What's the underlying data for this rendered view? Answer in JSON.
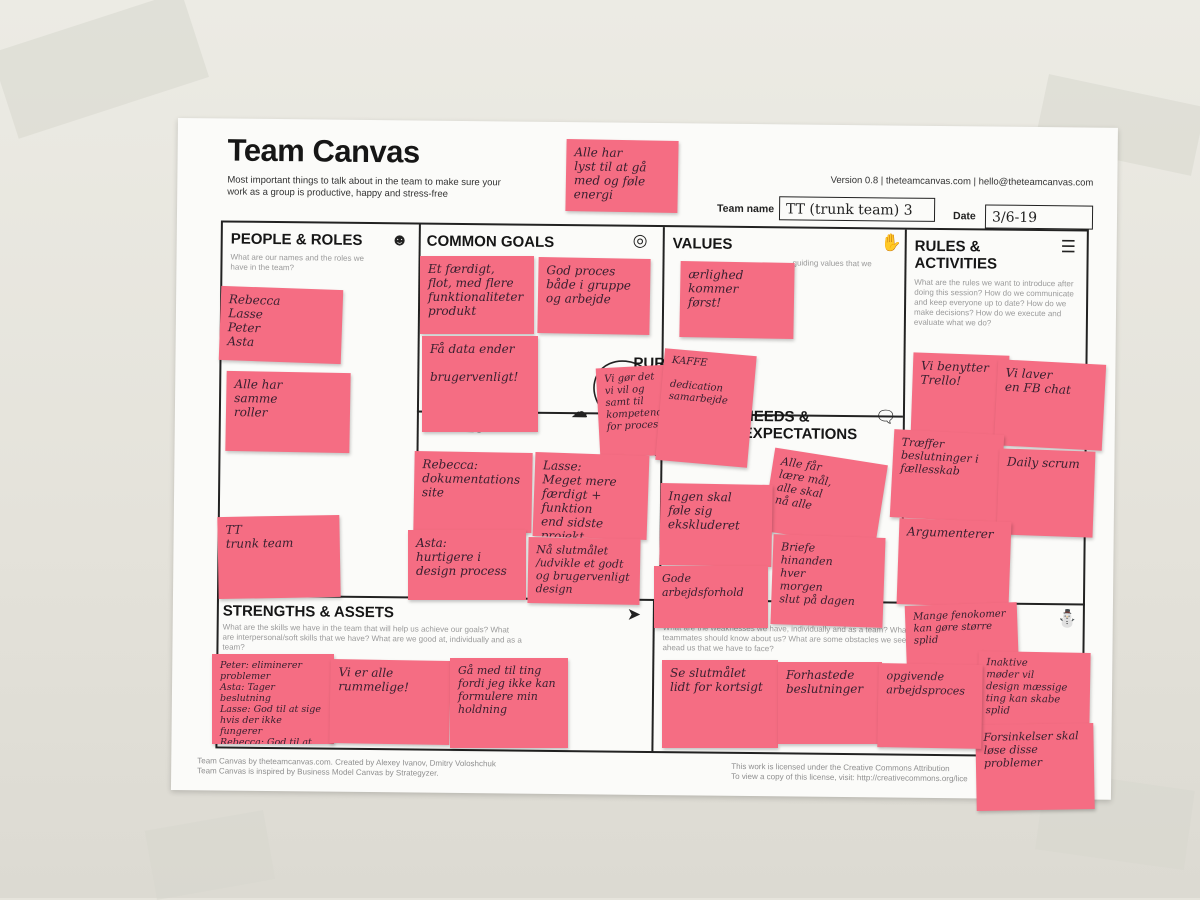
{
  "canvas": {
    "title": "Team Canvas",
    "subtitle": "Most important things to talk about in the team to make sure your work as a group is productive, happy and stress-free",
    "version_line": "Version 0.8  |  theteamcanvas.com  |  hello@theteamcanvas.com",
    "team_name_label": "Team name",
    "team_name_value": "TT  (trunk team) 3",
    "date_label": "Date",
    "date_value": "3/6-19",
    "sections": {
      "people": {
        "title": "PEOPLE & ROLES",
        "hint": "What are our names and the roles we have in the team?"
      },
      "common_goals": {
        "title": "COMMON GOALS"
      },
      "values": {
        "title": "VALUES",
        "hint": "guiding values that we"
      },
      "rules": {
        "title": "RULES & ACTIVITIES",
        "hint": "What are the rules we want to introduce after doing this session? How do we communicate and keep everyone up to date? How do we make decisions? How do we execute and evaluate what we do?"
      },
      "purpose": {
        "title": "PURPO"
      },
      "personal_goals": {
        "title": "GOALS"
      },
      "needs": {
        "title": "NEEDS & EXPECTATIONS"
      },
      "strengths": {
        "title": "STRENGTHS & ASSETS",
        "hint": "What are the skills we have in the team that will help us achieve our goals? What are interpersonal/soft skills that we have? What are we good at, individually and as a team?"
      },
      "weaknesses": {
        "hint": "What are the weaknesses we have, individually and as a team? What our teammates should know about us? What are some obstacles we see ahead us that we have to face?"
      }
    },
    "footer_left": "Team Canvas by theteamcanvas.com. Created by Alexey Ivanov, Dmitry Voloshchuk\nTeam Canvas is inspired by Business Model Canvas by Strategyzer.",
    "footer_right": "This work is licensed under the Creative Commons Attribution\nTo view a copy of this license, visit: http://creativecommons.org/lice"
  },
  "notes": {
    "top": "Alle har\nlyst til at gå\nmed og føle energi",
    "people_1": "Rebecca\nLasse\nPeter\nAsta",
    "people_2": "Alle har\nsamme\nroller",
    "people_3": "TT\ntrunk team",
    "goal_1": "Et færdigt,\nflot, med flere\nfunktionaliteter\nprodukt",
    "goal_2": "God proces\nbåde i gruppe\nog arbejde",
    "goal_3": "Få data ender\n\nbrugervenligt!",
    "values_1": "ærlighed\nkommer\nførst!",
    "purpose_1": "Vi gør det\nvi vil og\nsamt til\nkompetence\nfor processen",
    "purpose_2": "KAFFE\n\ndedication\nsamarbejde",
    "pg_rebecca": "Rebecca:\ndokumentations\nsite",
    "pg_lasse": "Lasse:\nMeget mere\nfærdigt + funktion\nend sidste projekt",
    "pg_asta": "Asta:\nhurtigere i\ndesign process",
    "pg_peter": "Nå slutmålet\n/udvikle et godt\nog brugervenligt design",
    "needs_1": "Alle får\nlære mål,\nalle skal\nnå alle",
    "needs_2": "Ingen skal\nføle sig ekskluderet",
    "needs_3": "Gode arbejdsforhold",
    "needs_4": "Briefe\nhinanden\nhver\nmorgen\nslut på dagen",
    "rules_1": "Vi benytter\nTrello!",
    "rules_2": "Vi laver\nen FB chat",
    "rules_3": "Træffer\nbeslutninger i\nfællesskab",
    "rules_4": "Daily scrum",
    "rules_5": "Argumenterer",
    "rules_6": "Mange fenokomer\nkan gøre større\nsplid",
    "rules_7": "Inaktive\nmøder vil\ndesign mæssige\nting kan skabe\nsplid",
    "rules_8": "Forsinkelser skal\nløse disse\nproblemer",
    "str_1": "Peter: eliminerer\nproblemer\nAsta: Tager beslutning\nLasse: God til at sige\nhvis der ikke fungerer\nRebecca: God til at\nlytte",
    "str_2": "Vi er alle\nrummelige!",
    "str_3": "Gå med til ting\nfordi jeg ikke kan\nformulere min\nholdning",
    "weak_1": "Se slutmålet\nlidt for kortsigt",
    "weak_2": "Forhastede\nbeslutninger",
    "weak_3": "opgivende\narbejdsproces"
  }
}
